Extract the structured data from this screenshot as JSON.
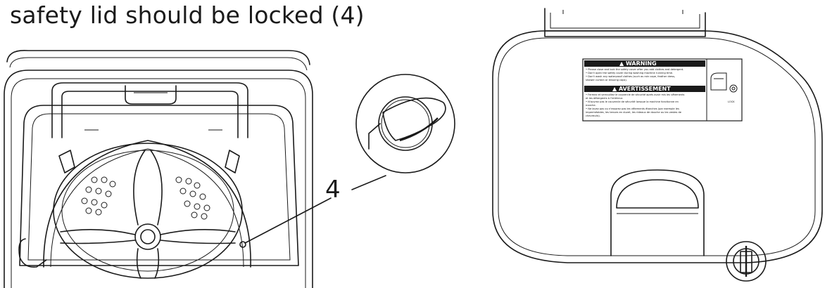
{
  "caption": "safety lid should be locked (4)",
  "callout_number": "4",
  "warning_label": {
    "heading_en": "▲ WARNING",
    "lines_en": [
      "• Please close and lock the safety cover after you add clothes and detergent.",
      "• Don't open the safety cover during washing machine running time.",
      "• Don't wash any waterproof clothes (such as rain cape, feather dress,",
      "  shower curtain or ensuing caps)."
    ],
    "heading_fr": "▲ AVERTISSEMENT",
    "lines_fr": [
      "• Fermez et verrouillez le couvercle de sécurité après avoir mis les vêtements",
      "  et les détergents à l'intérieur.",
      "• N'ouvrez pas le couvercle de sécurité lorsque la machine fonctionne en",
      "  marche.",
      "• Ne lavez pas ou n'essorez pas les vêtements étanches (par exemple les",
      "  imperméables, les tenues en duvet, les rideaux de douche ou les vestes de",
      "  chevreuils)."
    ],
    "side_caption": "LOCK"
  }
}
